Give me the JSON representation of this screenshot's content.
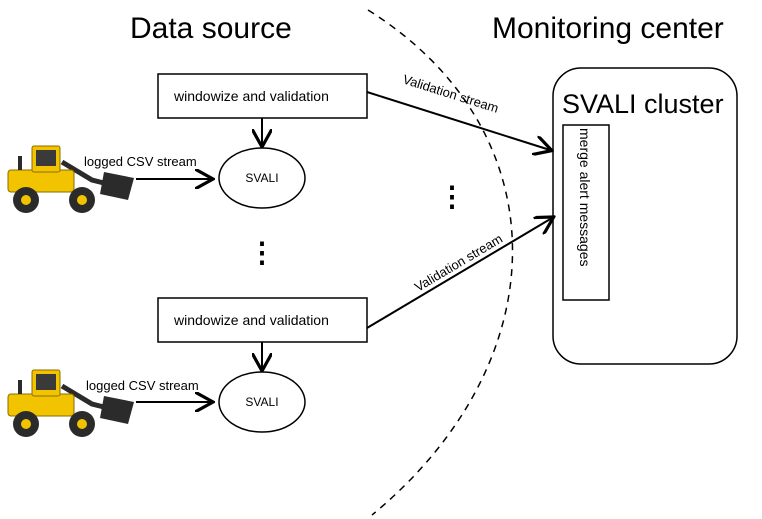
{
  "headings": {
    "data_source": "Data source",
    "monitoring_center": "Monitoring center"
  },
  "cluster": {
    "title": "SVALI cluster",
    "merge_label": "merge alert messages"
  },
  "pipelines": [
    {
      "process_label": "windowize and validation",
      "node_label": "SVALI",
      "input_label": "logged CSV stream",
      "output_label": "Validation stream"
    },
    {
      "process_label": "windowize and validation",
      "node_label": "SVALI",
      "input_label": "logged CSV stream",
      "output_label": "Validation stream"
    }
  ],
  "ellipsis": "⋮",
  "colors": {
    "stroke": "#000000",
    "loader_yellow": "#f2c400",
    "loader_dark": "#2b2b2b"
  },
  "icons": {
    "vehicle": "wheel-loader-icon"
  }
}
